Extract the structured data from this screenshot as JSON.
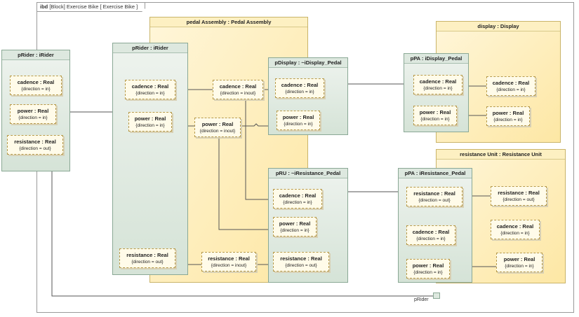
{
  "diagram": {
    "frame_kind": "ibd",
    "frame_label": "[Block] Exercise Bike [ Exercise Bike ]",
    "parts": [
      {
        "id": "pedal",
        "title": "pedal Assembly : Pedal Assembly"
      },
      {
        "id": "display",
        "title": "display : Display"
      },
      {
        "id": "resistunit",
        "title": "resistance Unit : Resistance Unit"
      }
    ],
    "ports": [
      {
        "id": "outerRider",
        "title": "pRider : iRider"
      },
      {
        "id": "innerRider",
        "title": "pRider : iRider"
      },
      {
        "id": "pDisplay",
        "title": "pDisplay : ~iDisplay_Pedal"
      },
      {
        "id": "pRU",
        "title": "pRU : ~iResistance_Pedal"
      },
      {
        "id": "pPAdisp",
        "title": "pPA : iDisplay_Pedal"
      },
      {
        "id": "pPAres",
        "title": "pPA : iResistance_Pedal"
      }
    ],
    "properties": [
      {
        "id": "or_cad",
        "name": "cadence : Real",
        "dir": "{direction = in}"
      },
      {
        "id": "or_pow",
        "name": "power : Real",
        "dir": "{direction = in}"
      },
      {
        "id": "or_res",
        "name": "resistance : Real",
        "dir": "{direction = out}"
      },
      {
        "id": "ir_cad",
        "name": "cadence : Real",
        "dir": "{direction = in}"
      },
      {
        "id": "ir_pow",
        "name": "power : Real",
        "dir": "{direction = in}"
      },
      {
        "id": "ir_res",
        "name": "resistance : Real",
        "dir": "{direction = out}"
      },
      {
        "id": "pa_cad",
        "name": "cadence : Real",
        "dir": "{direction = inout}"
      },
      {
        "id": "pa_pow",
        "name": "power : Real",
        "dir": "{direction = inout}"
      },
      {
        "id": "pa_res",
        "name": "resistance : Real",
        "dir": "{direction = inout}"
      },
      {
        "id": "pd_cad",
        "name": "cadence : Real",
        "dir": "{direction = in}"
      },
      {
        "id": "pd_pow",
        "name": "power : Real",
        "dir": "{direction = in}"
      },
      {
        "id": "pru_cad",
        "name": "cadence : Real",
        "dir": "{direction = in}"
      },
      {
        "id": "pru_pow",
        "name": "power : Real",
        "dir": "{direction = in}"
      },
      {
        "id": "pru_res",
        "name": "resistance : Real",
        "dir": "{direction = out}"
      },
      {
        "id": "ppd_cad",
        "name": "cadence : Real",
        "dir": "{direction = in}"
      },
      {
        "id": "ppd_pow",
        "name": "power : Real",
        "dir": "{direction = in}"
      },
      {
        "id": "d_cad",
        "name": "cadence : Real",
        "dir": "{direction = in}"
      },
      {
        "id": "d_pow",
        "name": "power : Real",
        "dir": "{direction = in}"
      },
      {
        "id": "ppr_res",
        "name": "resistance : Real",
        "dir": "{direction = out}"
      },
      {
        "id": "ppr_cad",
        "name": "cadence : Real",
        "dir": "{direction = in}"
      },
      {
        "id": "ppr_pow",
        "name": "power : Real",
        "dir": "{direction = in}"
      },
      {
        "id": "ru_res",
        "name": "resistance : Real",
        "dir": "{direction = out}"
      },
      {
        "id": "ru_cad",
        "name": "cadence : Real",
        "dir": "{direction = in}"
      },
      {
        "id": "ru_pow",
        "name": "power : Real",
        "dir": "{direction = in}"
      }
    ],
    "boundary_port_label": "pRider",
    "connectors": [
      {
        "from": "outerRider",
        "to": "innerRider"
      },
      {
        "from": "ir_cad",
        "to": "pa_cad"
      },
      {
        "from": "ir_pow",
        "to": "pa_pow"
      },
      {
        "from": "ir_res",
        "to": "pa_res"
      },
      {
        "from": "pa_cad",
        "to": "pd_cad"
      },
      {
        "from": "pa_pow",
        "to": "pd_pow"
      },
      {
        "from": "pa_cad",
        "to": "pru_cad"
      },
      {
        "from": "pa_pow",
        "to": "pru_pow"
      },
      {
        "from": "pa_res",
        "to": "pru_res"
      },
      {
        "from": "pDisplay",
        "to": "pPAdisp"
      },
      {
        "from": "pRU",
        "to": "pPAres"
      },
      {
        "from": "ppd_cad",
        "to": "d_cad"
      },
      {
        "from": "ppd_pow",
        "to": "d_pow"
      },
      {
        "from": "ppr_res",
        "to": "ru_res"
      },
      {
        "from": "ppr_pow",
        "to": "ru_pow"
      },
      {
        "from": "outerRider",
        "to": "boundary"
      }
    ]
  }
}
